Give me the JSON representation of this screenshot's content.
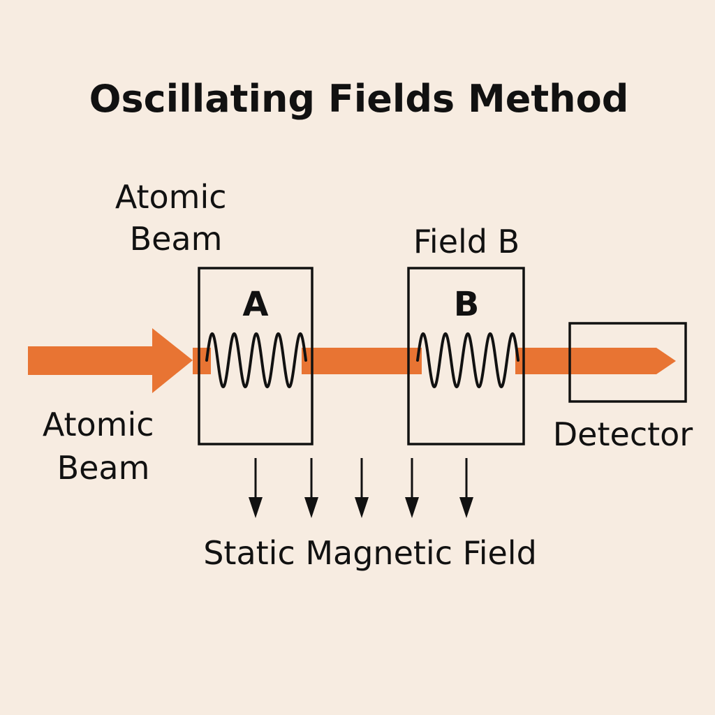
{
  "title": "Oscillating Fields Method",
  "labels": {
    "atomic_beam_top": [
      "Atomic",
      "Beam"
    ],
    "atomic_beam_bottom": [
      "Atomic",
      "Beam"
    ],
    "field_b": "Field B",
    "detector": "Detector",
    "static_field": "Static Magnetic Field"
  },
  "regions": {
    "a": "A",
    "b": "B"
  },
  "colors": {
    "background": "#f7ece1",
    "beam": "#e87433",
    "ink": "#111111"
  }
}
